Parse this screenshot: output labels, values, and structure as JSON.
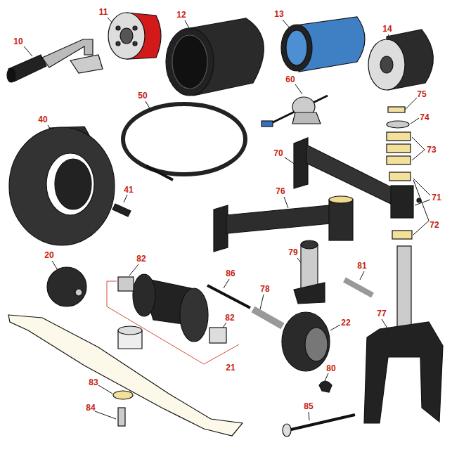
{
  "diagram": {
    "labels": [
      "10",
      "11",
      "12",
      "13",
      "14",
      "60",
      "75",
      "74",
      "50",
      "40",
      "73",
      "70",
      "71",
      "41",
      "76",
      "72",
      "20",
      "82",
      "79",
      "81",
      "86",
      "78",
      "82",
      "22",
      "21",
      "77",
      "83",
      "80",
      "84",
      "85"
    ]
  }
}
